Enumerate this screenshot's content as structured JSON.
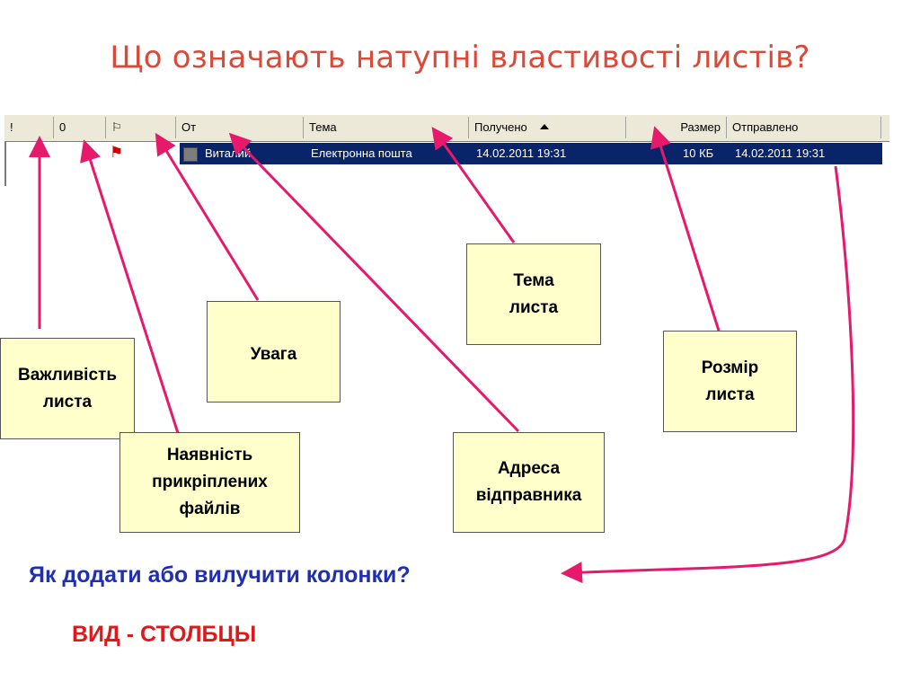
{
  "title": "Що означають натупні властивості листів?",
  "mail_list": {
    "headers": {
      "importance": "!",
      "attachment": "0",
      "flag": "⚐",
      "from": "От",
      "subject": "Тема",
      "received": "Получено",
      "size": "Размер",
      "sent": "Отправлено"
    },
    "row": {
      "from": "Виталий",
      "subject": "Електронна пошта",
      "received": "14.02.2011 19:31",
      "size": "10 КБ",
      "sent": "14.02.2011 19:31",
      "flag_icon": "red-flag-icon",
      "read_icon": "envelope-icon"
    },
    "selected_row_color": "#0a246a"
  },
  "callouts": {
    "importance": "Важливість\nлиста",
    "attachments": "Наявність\nприкріплених\nфайлів",
    "attention": "Увага",
    "subject": "Тема\nлиста",
    "sender": "Адреса\nвідправника",
    "size": "Розмір\nлиста"
  },
  "question": "Як додати або вилучити колонки?",
  "answer": "ВИД - СТОЛБЦЫ",
  "colors": {
    "title": "#d84a3a",
    "arrow": "#e6196a",
    "callout_bg": "#ffffcc",
    "question": "#1f2fb4",
    "answer": "#e0181a"
  }
}
